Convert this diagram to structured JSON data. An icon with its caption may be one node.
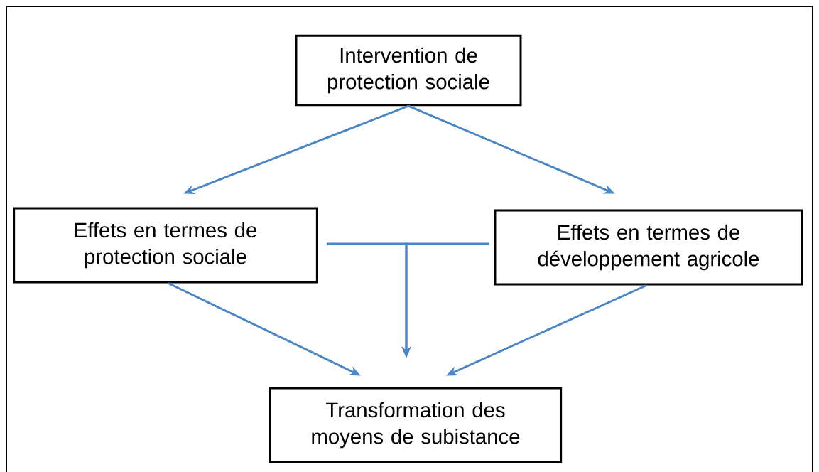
{
  "diagram": {
    "nodes": [
      {
        "text": [
          "Intervention de protection sociale"
        ]
      },
      {
        "text": [
          "Effets en termes de protection sociale"
        ]
      },
      {
        "text": [
          "Effets en termes de développement agricole"
        ]
      },
      {
        "text": [
          "Transformation des moyens de subistance"
        ]
      }
    ],
    "edges": [
      {
        "from": 0,
        "to": 1,
        "arrow": "to"
      },
      {
        "from": 0,
        "to": 2,
        "arrow": "to"
      },
      {
        "from": 1,
        "to": 3,
        "arrow": "to"
      },
      {
        "from": 2,
        "to": 3,
        "arrow": "to"
      },
      {
        "from": 1,
        "to": 3,
        "arrow": "to"
      },
      {
        "from": 2,
        "to": 3,
        "arrow": "to"
      }
    ]
  }
}
